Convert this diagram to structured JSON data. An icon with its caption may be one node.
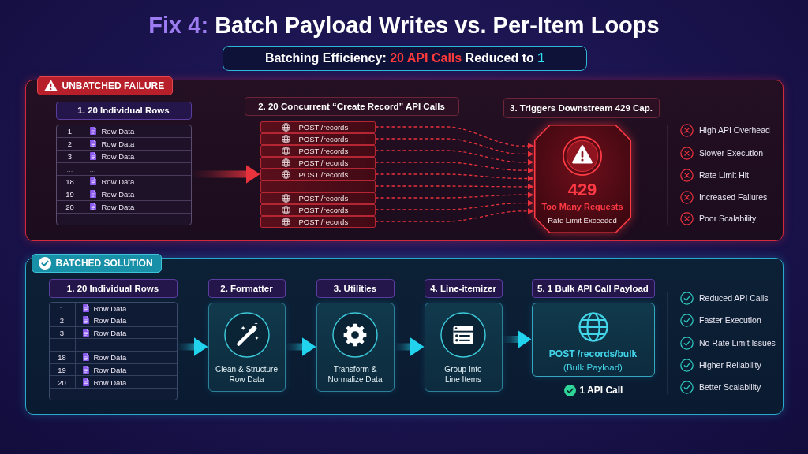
{
  "diagram": {
    "title": "**Fix 4:** Batch Payload Writes vs. Per-Item Loops",
    "nodes": [
      {
        "text": [
          "Batching Efficiency: **20 API Calls** Reduced to **1**"
        ]
      },
      {
        "text": [
          "UNBATCHED FAILURE"
        ]
      },
      {
        "text": [
          "1. 20 Individual Rows"
        ],
        "in": 1
      },
      {
        "text": [
          "1",
          "Row Data",
          "2",
          "Row Data",
          "3",
          "Row Data",
          "...",
          "...",
          "18",
          "Row Data",
          "19",
          "Row Data",
          "20",
          "Row Data"
        ],
        "in": 1
      },
      {
        "text": [
          "2. 20 Concurrent “Create Record” API Calls"
        ],
        "in": 1
      },
      {
        "text": [
          "POST /records"
        ],
        "in": 1
      },
      {
        "text": [
          "POST /records"
        ],
        "in": 1
      },
      {
        "text": [
          "POST /records"
        ],
        "in": 1
      },
      {
        "text": [
          "POST /records"
        ],
        "in": 1
      },
      {
        "text": [
          "POST /records"
        ],
        "in": 1
      },
      {
        "text": [
          "...",
          "..."
        ],
        "in": 1
      },
      {
        "text": [
          "POST /records"
        ],
        "in": 1
      },
      {
        "text": [
          "POST /records"
        ],
        "in": 1
      },
      {
        "text": [
          "POST /records"
        ],
        "in": 1
      },
      {
        "text": [
          "3. Triggers Downstream 429 Cap."
        ],
        "in": 1
      },
      {
        "text": [
          "429",
          "Too Many Requests",
          "Rate Limit Exceeded"
        ],
        "in": 1
      },
      {
        "text": [
          "BATCHED SOLUTION"
        ]
      },
      {
        "text": [
          "1. 20 Individual Rows"
        ],
        "in": 16
      },
      {
        "text": [
          "1",
          "Row Data",
          "2",
          "Row Data",
          "3",
          "Row Data",
          "...",
          "...",
          "18",
          "Row Data",
          "19",
          "Row Data",
          "20",
          "Row Data"
        ],
        "in": 16
      },
      {
        "text": [
          "2. Formatter"
        ],
        "in": 16
      },
      {
        "text": [
          "Clean & Structure Row Data"
        ],
        "in": 16
      },
      {
        "text": [
          "3. Utilities"
        ],
        "in": 16
      },
      {
        "text": [
          "Transform & Normalize Data"
        ],
        "in": 16
      },
      {
        "text": [
          "4. Line-itemizer"
        ],
        "in": 16
      },
      {
        "text": [
          "Group Into Line Items"
        ],
        "in": 16
      },
      {
        "text": [
          "5. 1 Bulk API Call Payload"
        ],
        "in": 16
      },
      {
        "text": [
          "POST /records/bulk",
          "(Bulk Payload)"
        ],
        "beside": [
          "1 API Call"
        ],
        "in": 16
      }
    ],
    "edges": [
      {
        "from": 3,
        "to": 9,
        "arrow": "to",
        "style": "thick"
      },
      {
        "from": 5,
        "to": 15,
        "arrow": "to",
        "style": "dashed"
      },
      {
        "from": 6,
        "to": 15,
        "arrow": "to",
        "style": "dashed"
      },
      {
        "from": 7,
        "to": 15,
        "arrow": "to",
        "style": "dashed"
      },
      {
        "from": 8,
        "to": 15,
        "arrow": "to",
        "style": "dashed"
      },
      {
        "from": 9,
        "to": 15,
        "arrow": "to",
        "style": "dashed"
      },
      {
        "from": 10,
        "to": 15,
        "arrow": "to",
        "style": "dashed"
      },
      {
        "from": 11,
        "to": 15,
        "arrow": "to",
        "style": "dashed"
      },
      {
        "from": 12,
        "to": 15,
        "arrow": "to",
        "style": "dashed"
      },
      {
        "from": 13,
        "to": 15,
        "arrow": "to",
        "style": "dashed"
      },
      {
        "from": 18,
        "to": 20,
        "arrow": "to",
        "style": "thick",
        "color": "#22d3ee"
      },
      {
        "from": 20,
        "to": 22,
        "arrow": "to",
        "style": "thick",
        "color": "#22d3ee"
      },
      {
        "from": 22,
        "to": 24,
        "arrow": "to",
        "style": "thick",
        "color": "#22d3ee"
      },
      {
        "from": 24,
        "to": 26,
        "arrow": "to",
        "style": "thick",
        "color": "#22d3ee"
      }
    ],
    "labels": [
      "High API Overhead",
      "Slower Execution",
      "Rate Limit Hit",
      "Increased Failures",
      "Poor Scalability",
      "Reduced API Calls",
      "Faster Execution",
      "No Rate Limit Issues",
      "Higher Reliability",
      "Better Scalability"
    ]
  }
}
